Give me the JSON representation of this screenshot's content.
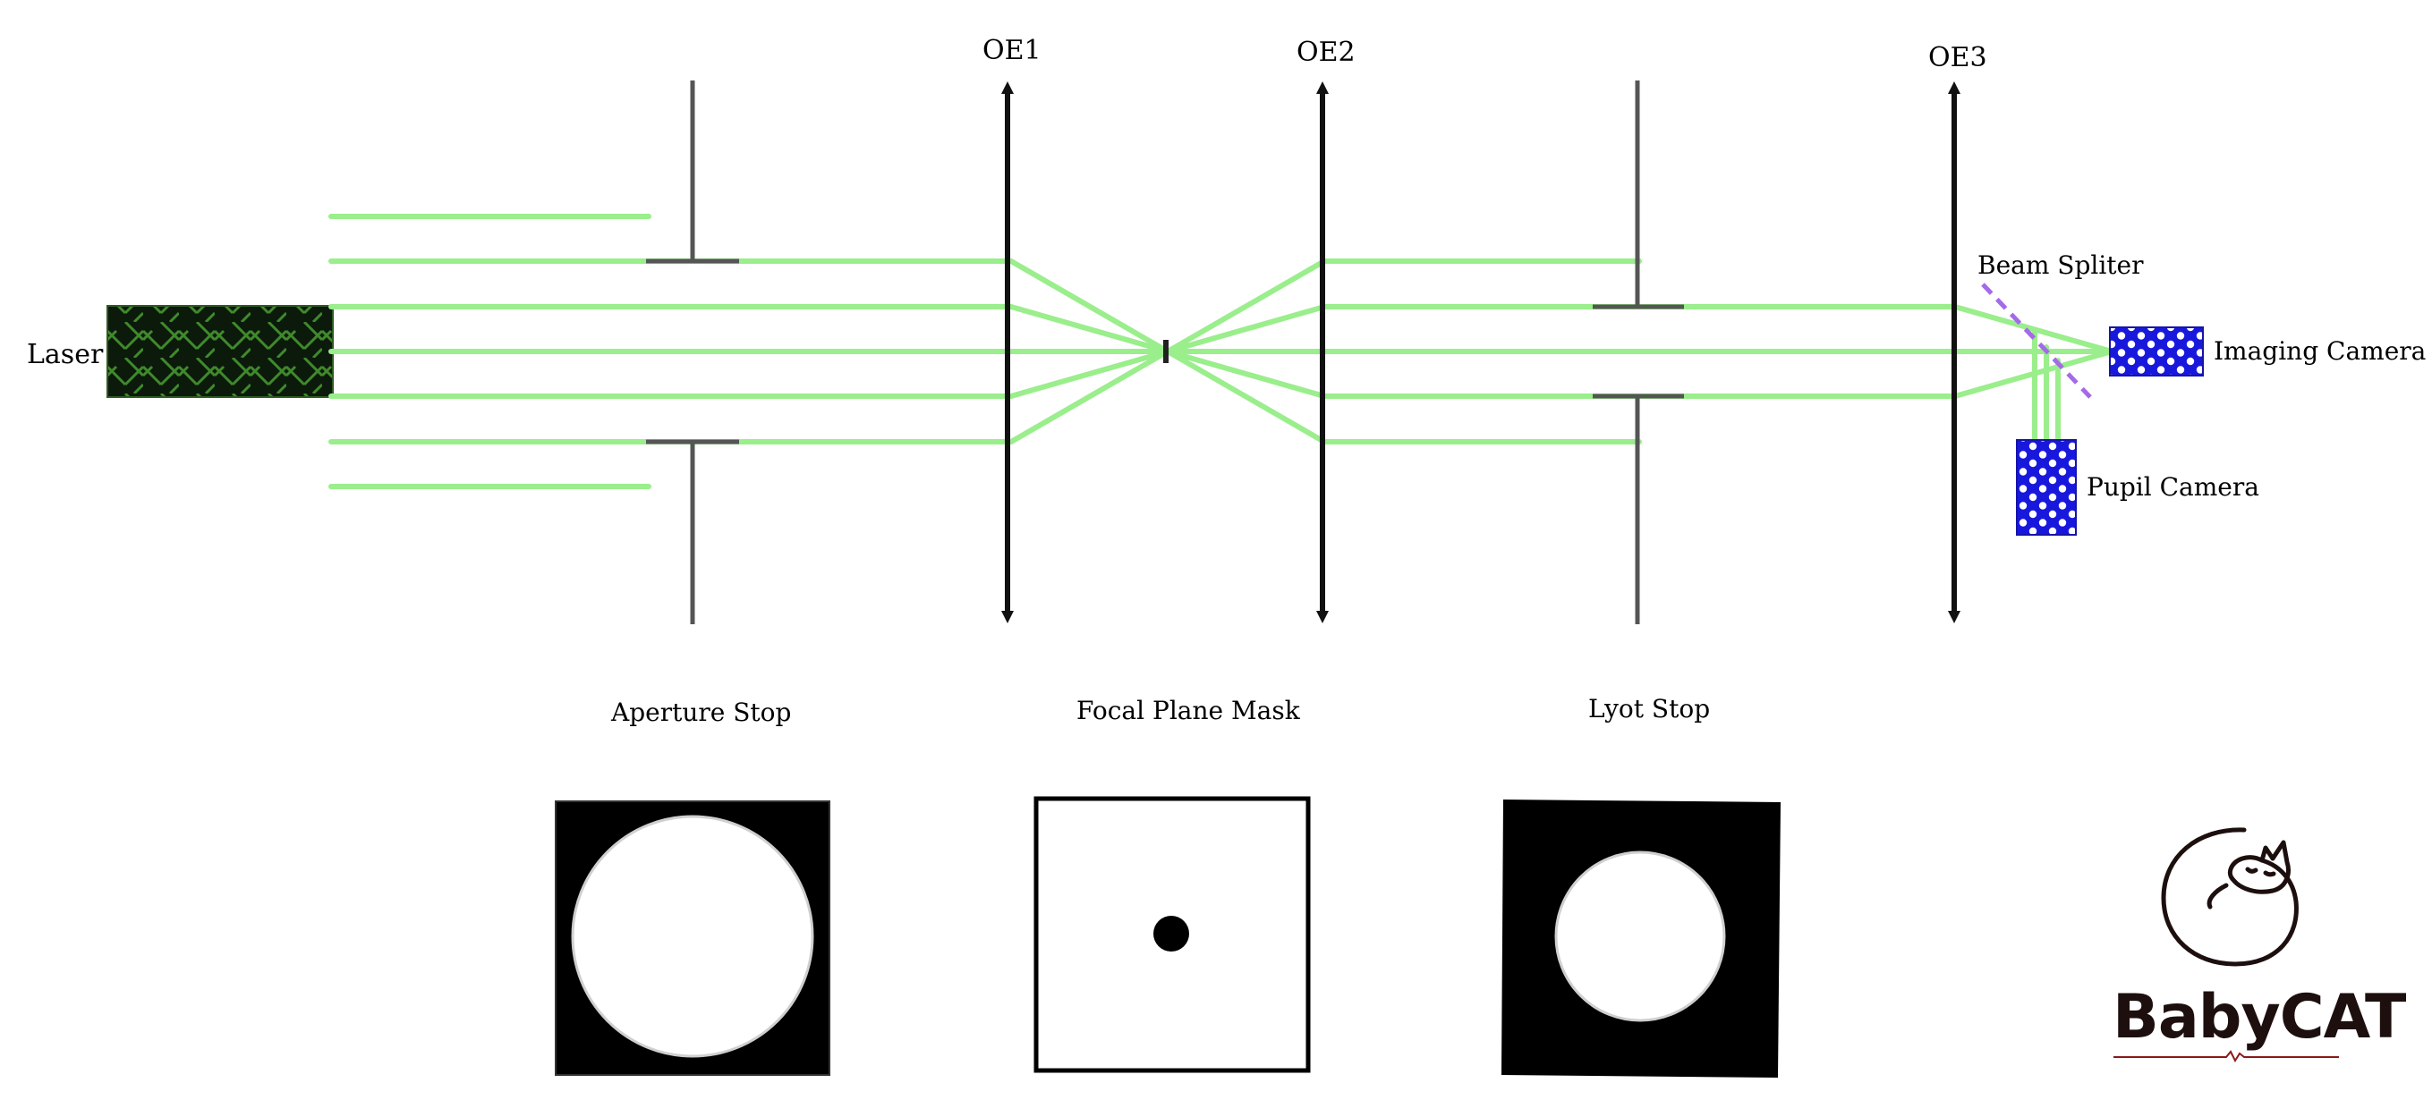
{
  "labels": {
    "laser": "Laser",
    "oe1": "OE1",
    "oe2": "OE2",
    "oe3": "OE3",
    "beam_splitter": "Beam Spliter",
    "imaging_camera": "Imaging Camera",
    "pupil_camera": "Pupil Camera",
    "aperture_stop": "Aperture Stop",
    "focal_plane_mask": "Focal Plane Mask",
    "lyot_stop": "Lyot Stop"
  },
  "logo": {
    "text": "BabyCAT"
  },
  "colors": {
    "beam": "#9aee8c",
    "laser_fill": "#0c1a0c",
    "laser_pattern": "#3f8a2b",
    "stop": "#555555",
    "lens": "#111111",
    "camera": "#1818dd",
    "splitter": "#a46ae8",
    "logo": "#1e0f0f",
    "logo_underline": "#8b1a1a"
  },
  "icons": {
    "lens_arrows": "double-headed-arrow",
    "laser": "hatched-rectangle",
    "camera": "hexagon-grid-sensor",
    "logo": "sleeping-cat-icon"
  }
}
